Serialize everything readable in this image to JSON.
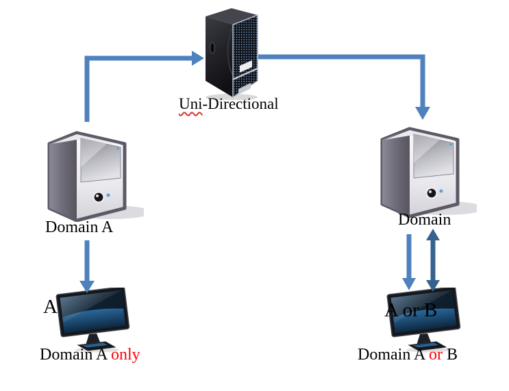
{
  "diagram_title": "Uni-Directional domain replication diagram",
  "nodes": {
    "top_server": {
      "icon": "server-tower-black-icon",
      "label_marked": "Uni",
      "label_rest": "-Directional",
      "label_full": "Uni-Directional",
      "spellcheck_underline": "wavy red under 'Uni'"
    },
    "left_server": {
      "icon": "server-tower-icon",
      "label": "Domain A"
    },
    "right_server": {
      "icon": "server-tower-icon",
      "label": "Domain"
    },
    "left_workstation": {
      "icon": "monitor-icon",
      "screen_label": "A",
      "caption_black": "Domain A ",
      "caption_red": "only"
    },
    "right_workstation": {
      "icon": "monitor-icon",
      "screen_label": "A or B",
      "caption_black": "Domain A ",
      "caption_red": "or",
      "caption_tail": " B"
    }
  },
  "connections": [
    {
      "from": "Domain A server",
      "to": "Uni-Directional server",
      "direction": "one-way",
      "style": "elbow",
      "color": "arrow_light"
    },
    {
      "from": "Uni-Directional server",
      "to": "Domain server",
      "direction": "one-way",
      "style": "elbow",
      "color": "arrow_light"
    },
    {
      "from": "Domain A server",
      "to": "Domain A only workstation",
      "direction": "one-way",
      "style": "straight-down",
      "color": "arrow_light"
    },
    {
      "from": "Domain server",
      "to": "Domain A or B workstation",
      "direction": "one-way",
      "style": "straight-down",
      "color": "arrow_light"
    },
    {
      "from": "Domain server",
      "to": "Domain A or B workstation",
      "direction": "two-way",
      "style": "straight-vertical",
      "color": "arrow_dark"
    }
  ],
  "colors": {
    "arrow_light": "#4f81bd",
    "arrow_dark": "#37618e",
    "caption_red": "#fb0207",
    "text_black": "#000000",
    "background": "#ffffff"
  }
}
